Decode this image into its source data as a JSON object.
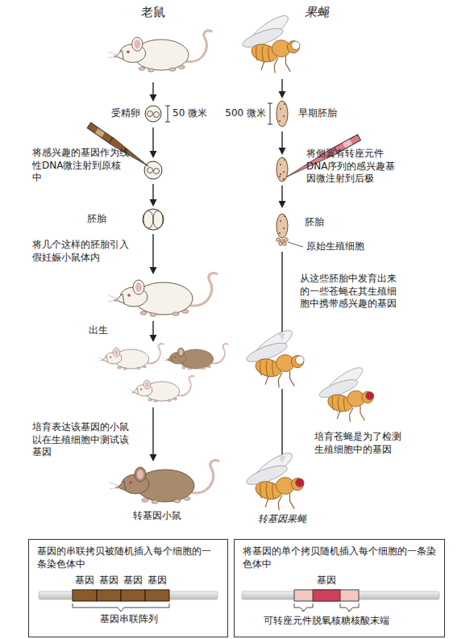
{
  "diagram": {
    "nodes": [
      {
        "text": [
          "基因的串联拷贝被随机插入每个细胞的一条染色体中"
        ]
      },
      {
        "text": [
          "将基因的单个拷贝随机插入每个细胞的一条染色体中"
        ]
      }
    ],
    "labels": [
      "老鼠",
      "果蝇",
      "受精卵",
      "50 微米",
      "将感兴趣的基因作为线性DNA微注射到原核中",
      "胚胎",
      "将几个这样的胚胎引入假妊娠小鼠体内",
      "出生",
      "培育表达该基因的小鼠以在生殖细胞中测试该基因",
      "转基因小鼠",
      "500 微米",
      "早期胚胎",
      "将侧翼有转座元件DNA序列的感兴趣基因微注射到后极",
      "胚胎",
      "原始生殖细胞",
      "从这些胚胎中发育出来的一些苍蝇在其生殖细胞中携带感兴趣的基因",
      "培育苍蝇是为了检测生殖细胞中的基因",
      "转基因果蝇",
      "基因",
      "基因",
      "基因",
      "基因",
      "基因串联阵列",
      "基因",
      "可转座元件脱氧核糖核酸末端"
    ]
  }
}
